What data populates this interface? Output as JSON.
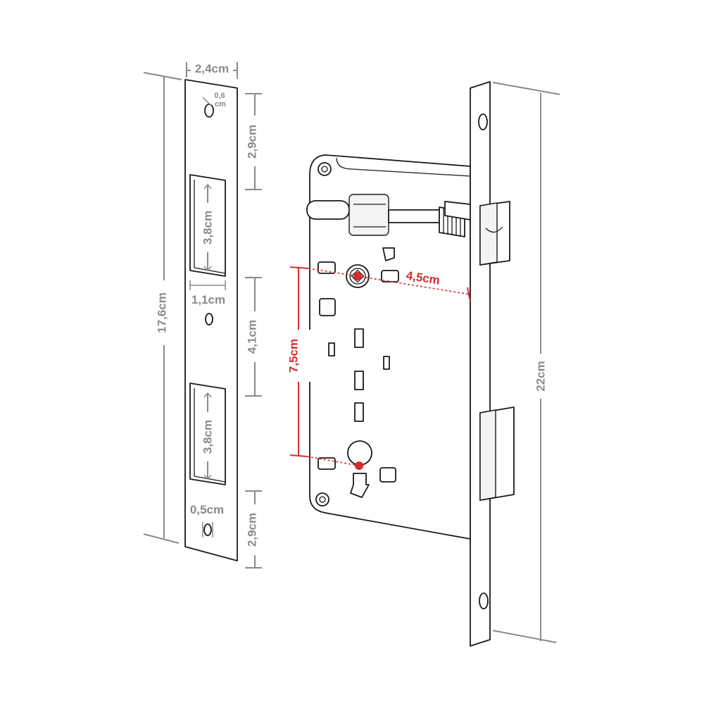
{
  "strike_plate": {
    "width_label": "2,4cm",
    "hole_label": "0,6",
    "hole_unit": "cm",
    "top_offset_label": "2,9cm",
    "slot_upper_label": "3,8cm",
    "slot_width_label": "1,1cm",
    "between_label": "4,1cm",
    "total_height_label": "17,6cm",
    "slot_lower_label": "3,8cm",
    "bottom_hole_label": "0,5cm",
    "bottom_offset_label": "2,9cm"
  },
  "lock_body": {
    "backset_label": "4,5cm",
    "center_distance_label": "7,5cm",
    "faceplate_height_label": "22cm"
  },
  "colors": {
    "dimension": "#8a8a8a",
    "highlight": "#d62b31",
    "outline": "#1a1a1a"
  }
}
